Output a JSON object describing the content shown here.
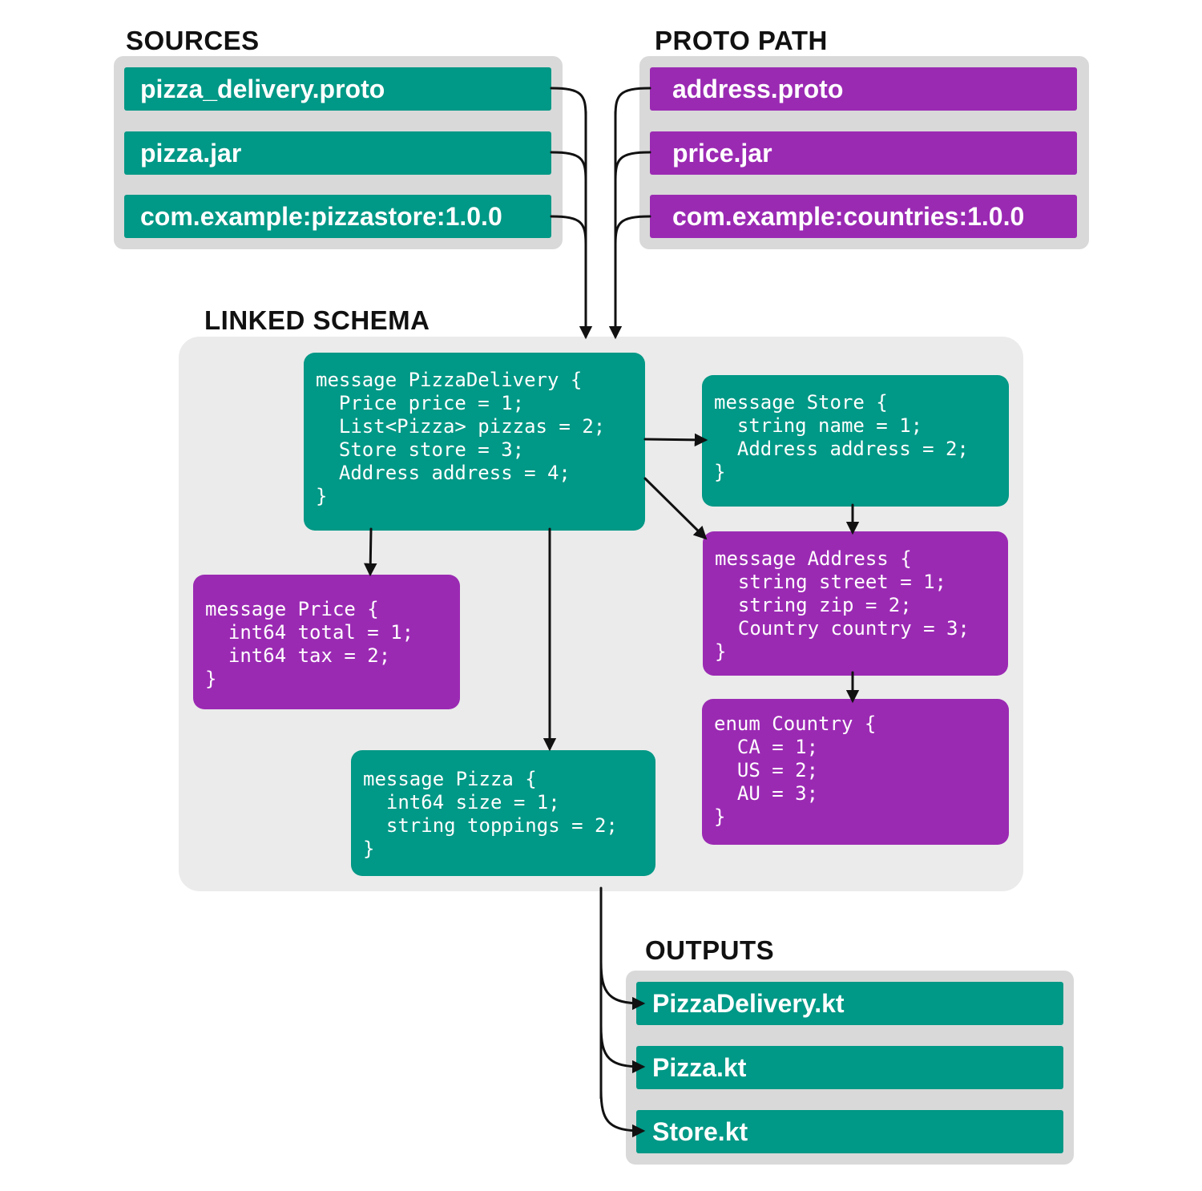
{
  "headings": {
    "sources": "SOURCES",
    "proto_path": "PROTO PATH",
    "linked_schema": "LINKED SCHEMA",
    "outputs": "OUTPUTS"
  },
  "sources": [
    "pizza_delivery.proto",
    "pizza.jar",
    "com.example:pizzastore:1.0.0"
  ],
  "proto_path": [
    "address.proto",
    "price.jar",
    "com.example:countries:1.0.0"
  ],
  "schema": {
    "pizza_delivery": "message PizzaDelivery {\n  Price price = 1;\n  List<Pizza> pizzas = 2;\n  Store store = 3;\n  Address address = 4;\n}",
    "store": "message Store {\n  string name = 1;\n  Address address = 2;\n}",
    "address": "message Address {\n  string street = 1;\n  string zip = 2;\n  Country country = 3;\n}",
    "country": "enum Country {\n  CA = 1;\n  US = 2;\n  AU = 3;\n}",
    "price": "message Price {\n  int64 total = 1;\n  int64 tax = 2;\n}",
    "pizza": "message Pizza {\n  int64 size = 1;\n  string toppings = 2;\n}"
  },
  "outputs": [
    "PizzaDelivery.kt",
    "Pizza.kt",
    "Store.kt"
  ],
  "colors": {
    "source_item": "#009886",
    "proto_path_item": "#9b2ab3",
    "panel": "#d9d9d9",
    "schema_panel": "#ebebeb",
    "arrow": "#111111"
  }
}
